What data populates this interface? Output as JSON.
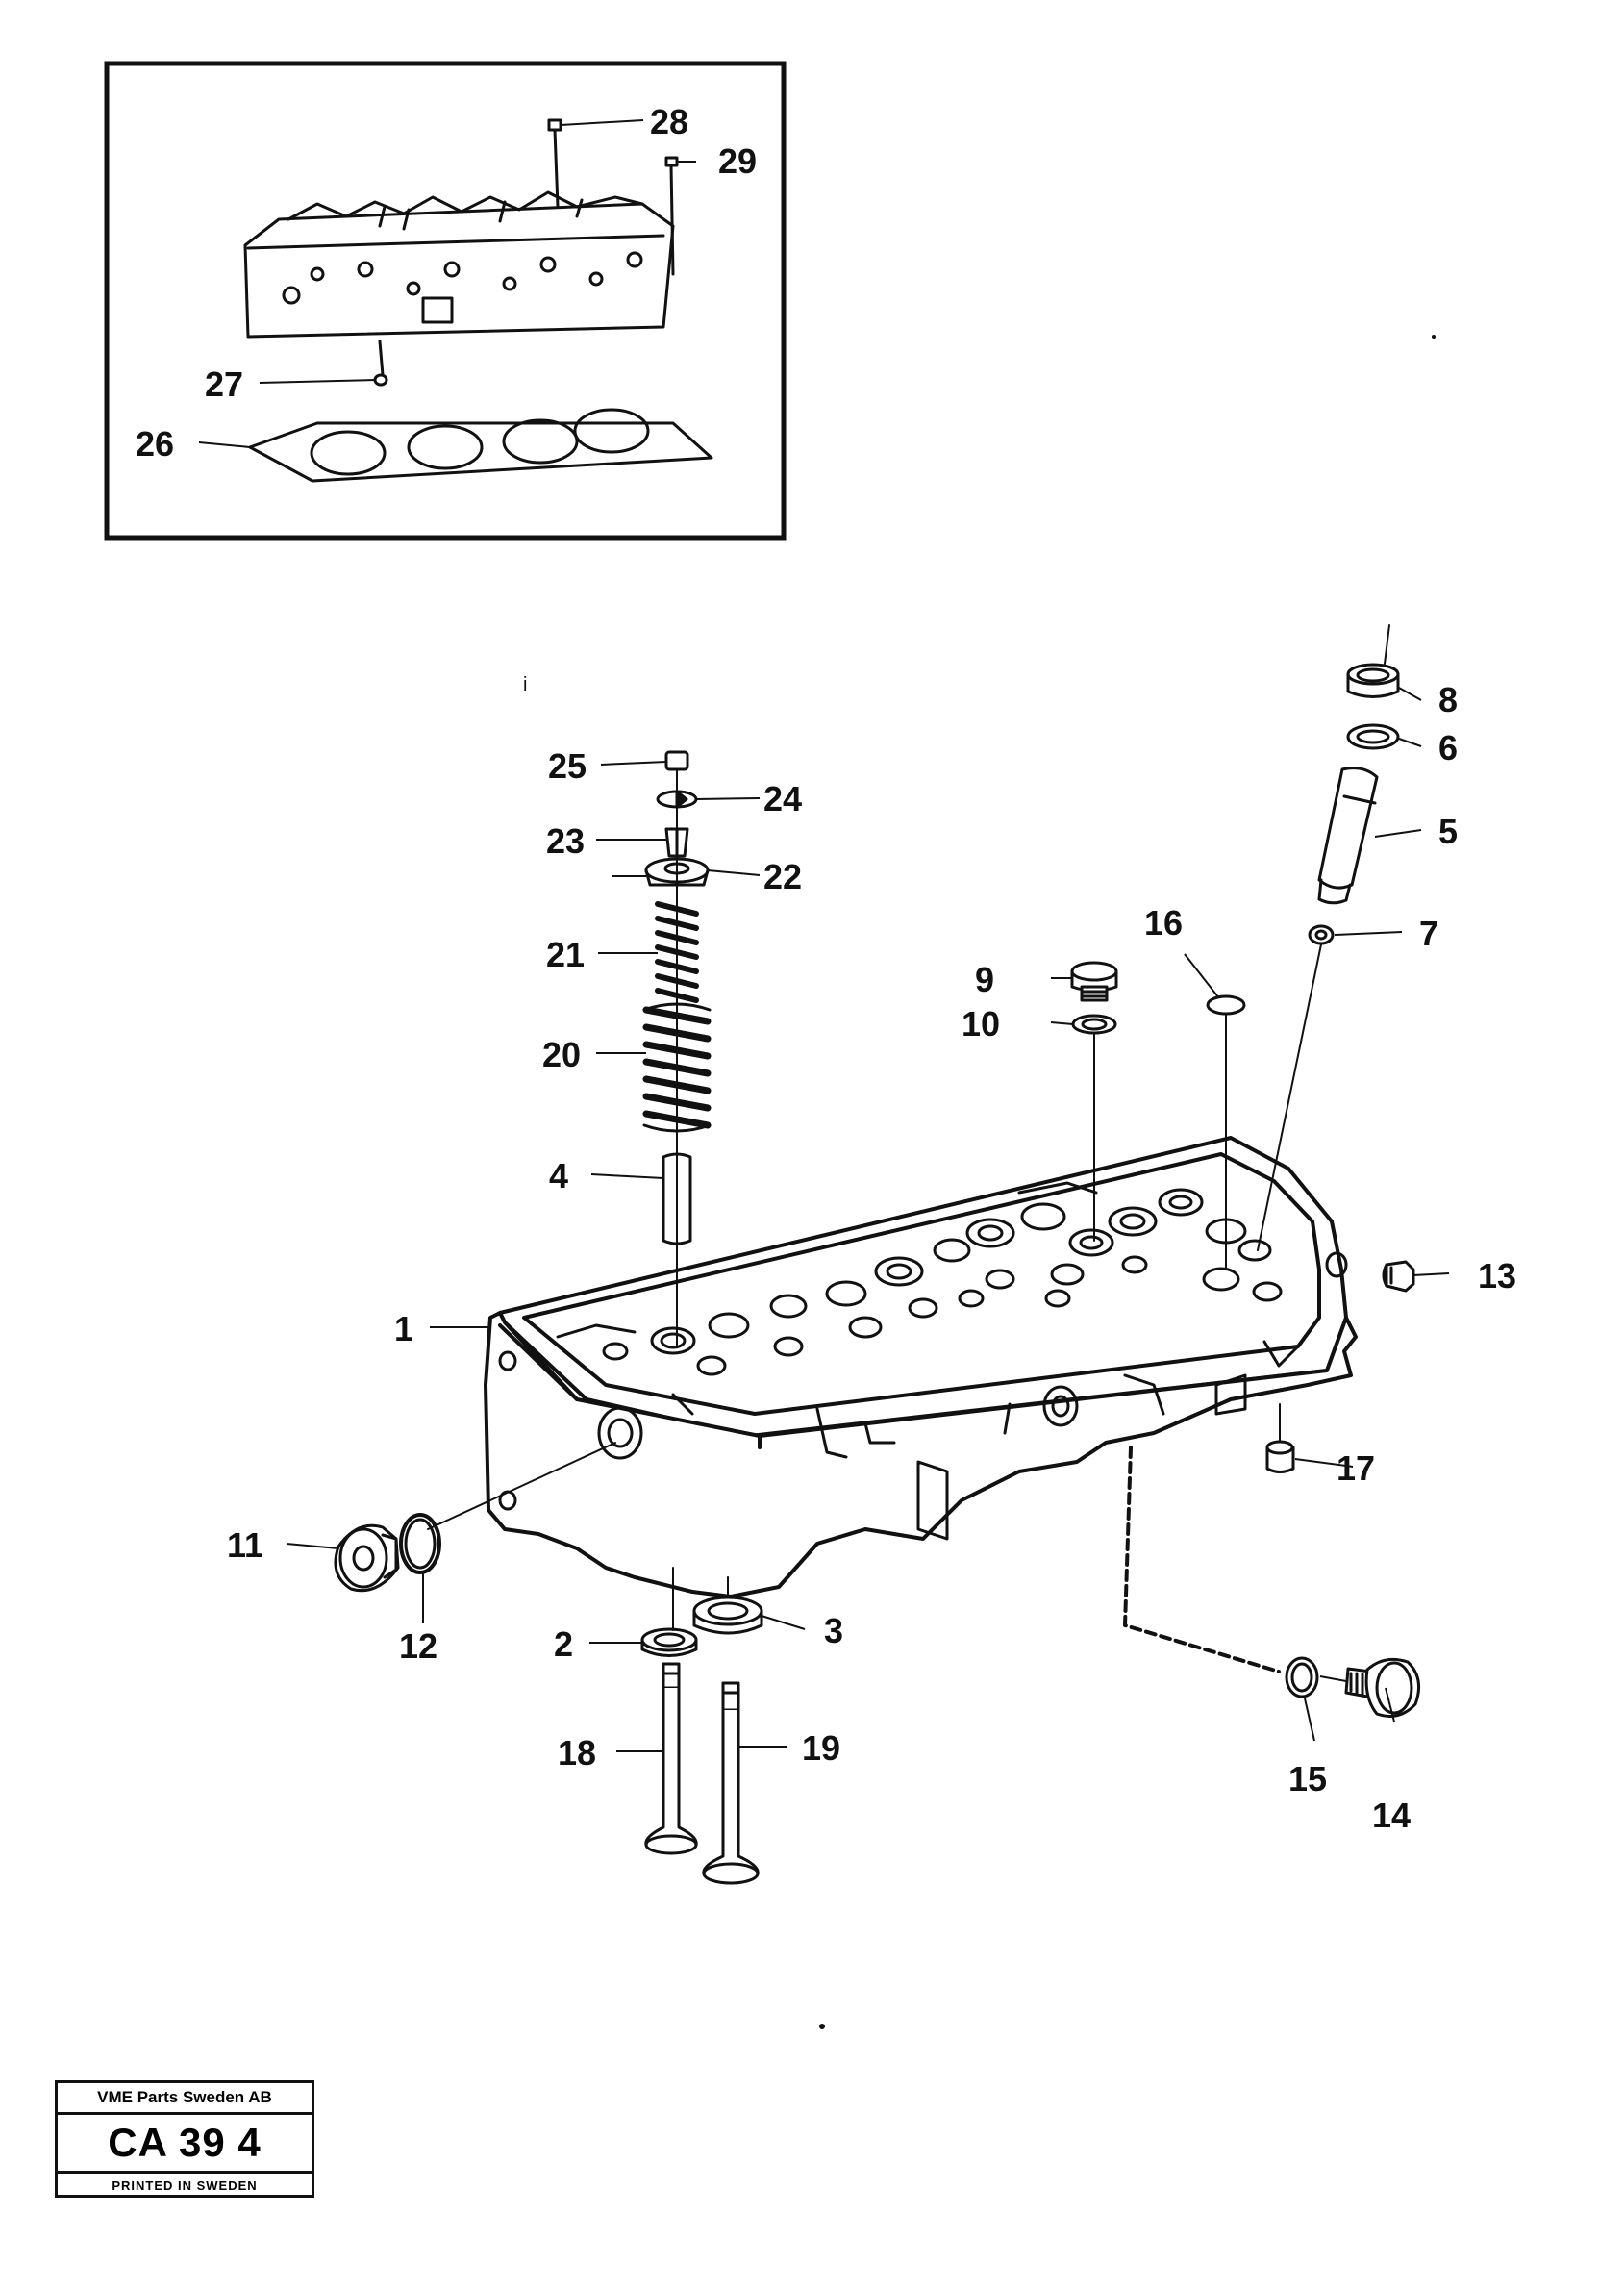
{
  "callouts": [
    {
      "id": "1",
      "text": "1"
    },
    {
      "id": "2",
      "text": "2"
    },
    {
      "id": "3",
      "text": "3"
    },
    {
      "id": "4",
      "text": "4"
    },
    {
      "id": "5",
      "text": "5"
    },
    {
      "id": "6",
      "text": "6"
    },
    {
      "id": "7",
      "text": "7"
    },
    {
      "id": "8",
      "text": "8"
    },
    {
      "id": "9",
      "text": "9"
    },
    {
      "id": "10",
      "text": "10"
    },
    {
      "id": "11",
      "text": "11"
    },
    {
      "id": "12",
      "text": "12"
    },
    {
      "id": "13",
      "text": "13"
    },
    {
      "id": "14",
      "text": "14"
    },
    {
      "id": "15",
      "text": "15"
    },
    {
      "id": "16",
      "text": "16"
    },
    {
      "id": "17",
      "text": "17"
    },
    {
      "id": "18",
      "text": "18"
    },
    {
      "id": "19",
      "text": "19"
    },
    {
      "id": "20",
      "text": "20"
    },
    {
      "id": "21",
      "text": "21"
    },
    {
      "id": "22",
      "text": "22"
    },
    {
      "id": "23",
      "text": "23"
    },
    {
      "id": "24",
      "text": "24"
    },
    {
      "id": "25",
      "text": "25"
    },
    {
      "id": "26",
      "text": "26"
    },
    {
      "id": "27",
      "text": "27"
    },
    {
      "id": "28",
      "text": "28"
    },
    {
      "id": "29",
      "text": "29"
    }
  ],
  "stamp": {
    "company": "VME Parts Sweden AB",
    "code": "CA 39 4",
    "printed": "PRINTED IN SWEDEN"
  },
  "stray_marks": {
    "i_mark": "i"
  }
}
